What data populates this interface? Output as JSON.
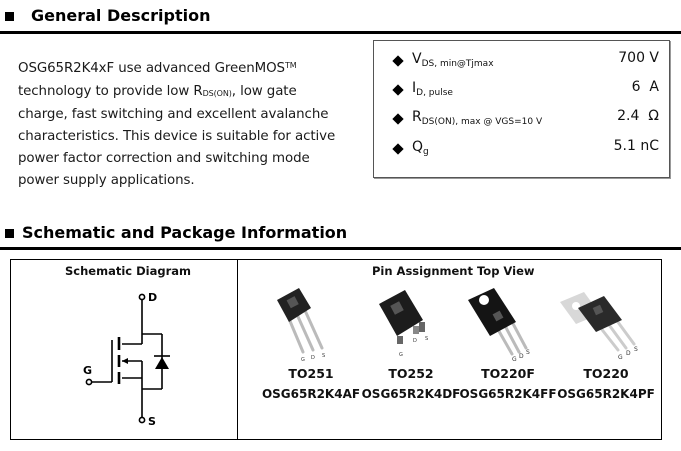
{
  "sections": {
    "general": {
      "title": "General Description"
    },
    "schematic": {
      "title": "Schematic and Package Information"
    }
  },
  "description": {
    "lines": [
      {
        "parts": [
          "OSG65R2K4xF use advanced GreenMOS",
          "TM",
          ""
        ]
      },
      {
        "parts": [
          "technology to provide low R",
          "DS(ON)",
          ", low gate"
        ]
      },
      {
        "parts": [
          "charge, fast switching and excellent avalanche",
          "",
          ""
        ]
      },
      {
        "parts": [
          "characteristics. This device is suitable for active",
          "",
          ""
        ]
      },
      {
        "parts": [
          "power factor correction and switching mode",
          "",
          ""
        ]
      },
      {
        "parts": [
          "power supply applications.",
          "",
          ""
        ]
      }
    ]
  },
  "specs": [
    {
      "symbol": "V",
      "subscript": "DS, min@Tjmax",
      "value": "700 V"
    },
    {
      "symbol": "I",
      "subscript": "D, pulse",
      "value": "6  A"
    },
    {
      "symbol": "R",
      "subscript": "DS(ON), max @ VGS=10 V",
      "value": "2.4  Ω"
    },
    {
      "symbol": "Q",
      "subscript": "g",
      "value": "5.1 nC"
    }
  ],
  "schematic_cell": {
    "title": "Schematic Diagram",
    "pins": {
      "drain": "D",
      "gate": "G",
      "source": "S"
    }
  },
  "pin_cell": {
    "title": "Pin Assignment Top View",
    "pin_labels": [
      "G",
      "D",
      "S"
    ],
    "packages": [
      {
        "package": "TO251",
        "part_number": "OSG65R2K4AF"
      },
      {
        "package": "TO252",
        "part_number": "OSG65R2K4DF"
      },
      {
        "package": "TO220F",
        "part_number": "OSG65R2K4FF"
      },
      {
        "package": "TO220",
        "part_number": "OSG65R2K4PF"
      }
    ]
  }
}
